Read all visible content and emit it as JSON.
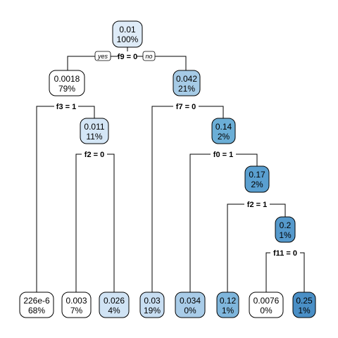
{
  "tree": {
    "root": {
      "value": "0.01",
      "percent": "100%",
      "color": "#deebf7"
    },
    "split_root": {
      "label": "f9 = 0",
      "yes": "yes",
      "no": "no"
    },
    "n_left": {
      "value": "0.0018",
      "percent": "79%",
      "color": "#ffffff"
    },
    "split_left": {
      "label": "f3 = 1"
    },
    "n_right": {
      "value": "0.042",
      "percent": "21%",
      "color": "#a6cbe6"
    },
    "split_right": {
      "label": "f7 = 0"
    },
    "n_l2": {
      "value": "0.011",
      "percent": "11%",
      "color": "#d4e6f6"
    },
    "split_l2": {
      "label": "f2 = 0"
    },
    "n_r2": {
      "value": "0.14",
      "percent": "2%",
      "color": "#6baed6"
    },
    "split_r2": {
      "label": "f0 = 1"
    },
    "n_r3": {
      "value": "0.17",
      "percent": "2%",
      "color": "#5a9fd0"
    },
    "split_r3": {
      "label": "f2 = 1"
    },
    "n_r4": {
      "value": "0.2",
      "percent": "1%",
      "color": "#5599cc"
    },
    "split_r4": {
      "label": "f11 = 0"
    },
    "leaves": [
      {
        "value": "226e-6",
        "percent": "68%",
        "color": "#ffffff"
      },
      {
        "value": "0.003",
        "percent": "7%",
        "color": "#ffffff"
      },
      {
        "value": "0.026",
        "percent": "4%",
        "color": "#d0e3f4"
      },
      {
        "value": "0.03",
        "percent": "19%",
        "color": "#c8def2"
      },
      {
        "value": "0.034",
        "percent": "0%",
        "color": "#a9cce8"
      },
      {
        "value": "0.12",
        "percent": "1%",
        "color": "#7fb6dc"
      },
      {
        "value": "0.0076",
        "percent": "0%",
        "color": "#ffffff"
      },
      {
        "value": "0.25",
        "percent": "1%",
        "color": "#4a8fc6"
      }
    ]
  }
}
